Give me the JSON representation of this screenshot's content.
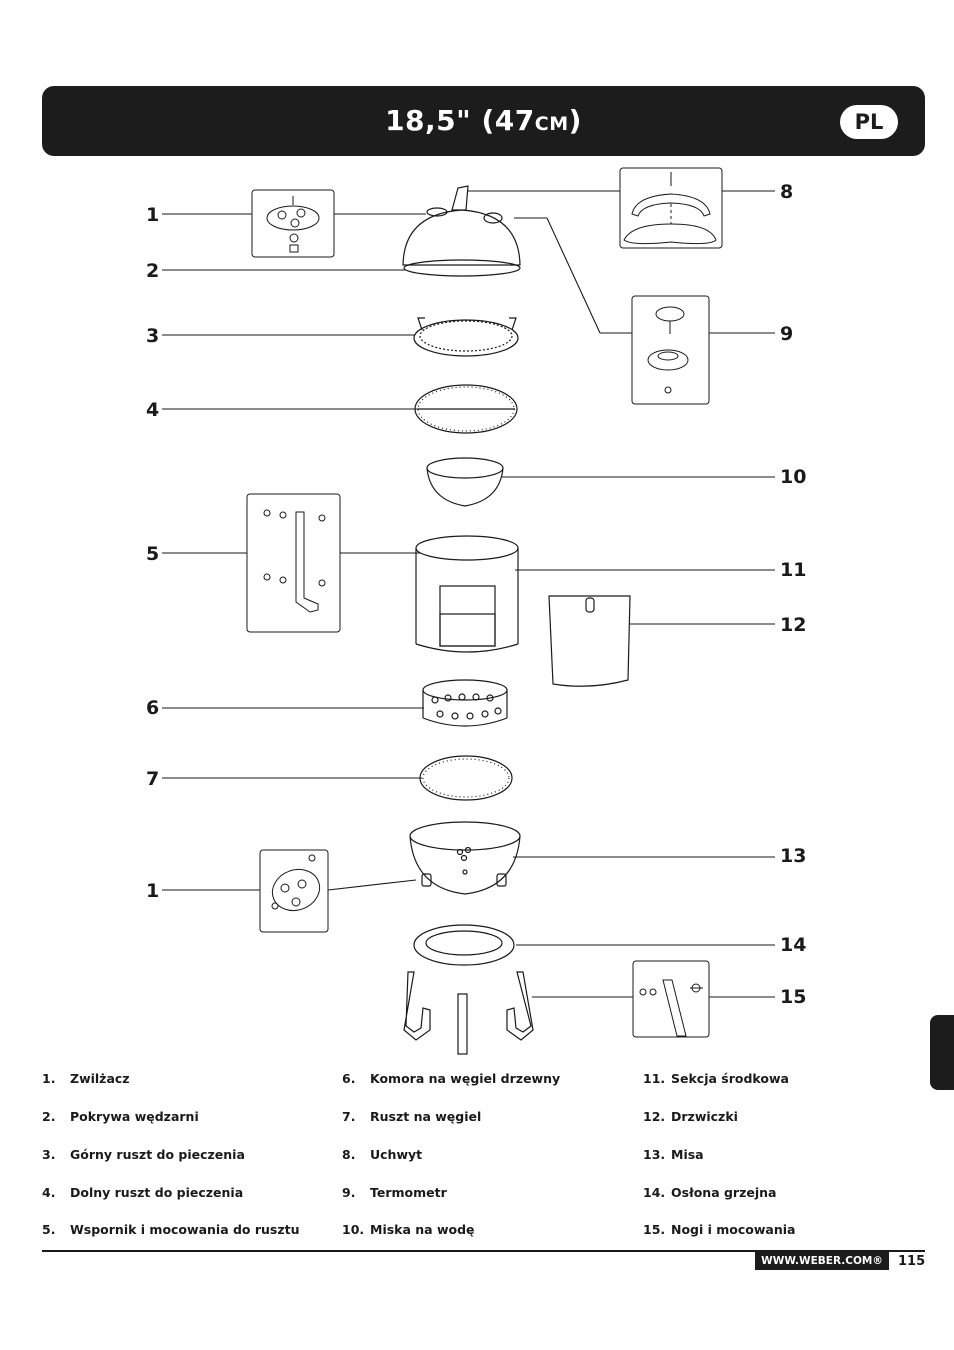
{
  "header": {
    "title_main": "18,5\" (47",
    "title_unit": "CM",
    "title_close": ")",
    "language": "PL"
  },
  "callouts": [
    "1",
    "2",
    "3",
    "4",
    "5",
    "6",
    "7",
    "1",
    "8",
    "9",
    "10",
    "11",
    "12",
    "13",
    "14",
    "15"
  ],
  "legend": [
    {
      "num": "1.",
      "label": "Zwilżacz"
    },
    {
      "num": "2.",
      "label": "Pokrywa wędzarni"
    },
    {
      "num": "3.",
      "label": "Górny ruszt do pieczenia"
    },
    {
      "num": "4.",
      "label": "Dolny ruszt do pieczenia"
    },
    {
      "num": "5.",
      "label": "Wspornik i mocowania do rusztu"
    },
    {
      "num": "6.",
      "label": "Komora na węgiel drzewny"
    },
    {
      "num": "7.",
      "label": "Ruszt na węgiel"
    },
    {
      "num": "8.",
      "label": "Uchwyt"
    },
    {
      "num": "9.",
      "label": "Termometr"
    },
    {
      "num": "10.",
      "label": "Miska na wodę"
    },
    {
      "num": "11.",
      "label": "Sekcja środkowa"
    },
    {
      "num": "12.",
      "label": "Drzwiczki"
    },
    {
      "num": "13.",
      "label": "Misa"
    },
    {
      "num": "14.",
      "label": "Osłona grzejna"
    },
    {
      "num": "15.",
      "label": "Nogi i mocowania"
    }
  ],
  "footer": {
    "url": "WWW.WEBER.COM®",
    "page": "115"
  }
}
